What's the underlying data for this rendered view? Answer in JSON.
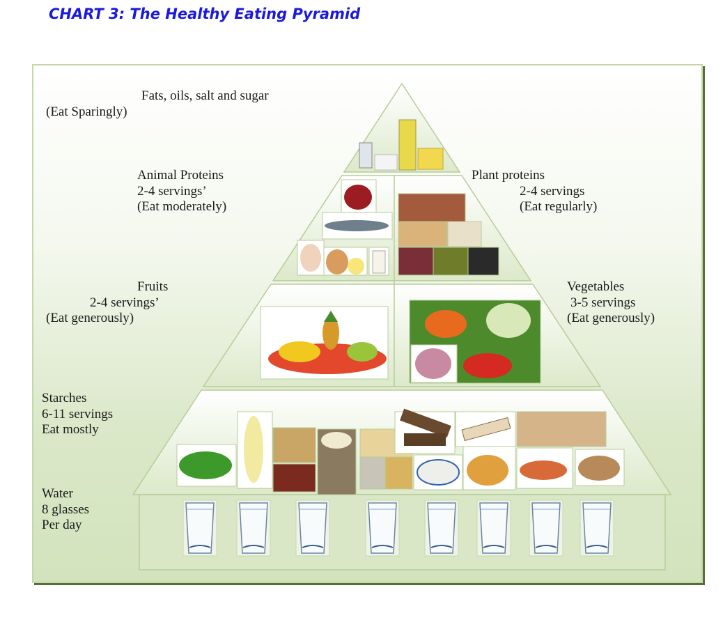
{
  "title": "CHART 3: The Healthy Eating Pyramid",
  "tiers": {
    "fats": {
      "lines": [
        "Fats, oils, salt and sugar",
        "(Eat Sparingly)"
      ]
    },
    "animal_proteins": {
      "lines": [
        "Animal Proteins",
        "2-4 servings’",
        "(Eat moderately)"
      ]
    },
    "plant_proteins": {
      "lines": [
        "Plant proteins",
        "2-4 servings",
        "(Eat regularly)"
      ]
    },
    "fruits": {
      "lines": [
        "Fruits",
        "2-4 servings’",
        "(Eat generously)"
      ]
    },
    "vegetables": {
      "lines": [
        "Vegetables",
        "3-5 servings",
        "(Eat generously)"
      ]
    },
    "starches": {
      "lines": [
        "Starches",
        "6-11 servings",
        "Eat mostly"
      ]
    },
    "water": {
      "lines": [
        "Water",
        "8 glasses",
        "Per day"
      ],
      "glasses": 8
    }
  },
  "colors": {
    "title": "#1a1adc",
    "tier_fill": "#e6efd9",
    "tier_stroke": "#b7cc98",
    "frame_shadow": "#56703a"
  }
}
